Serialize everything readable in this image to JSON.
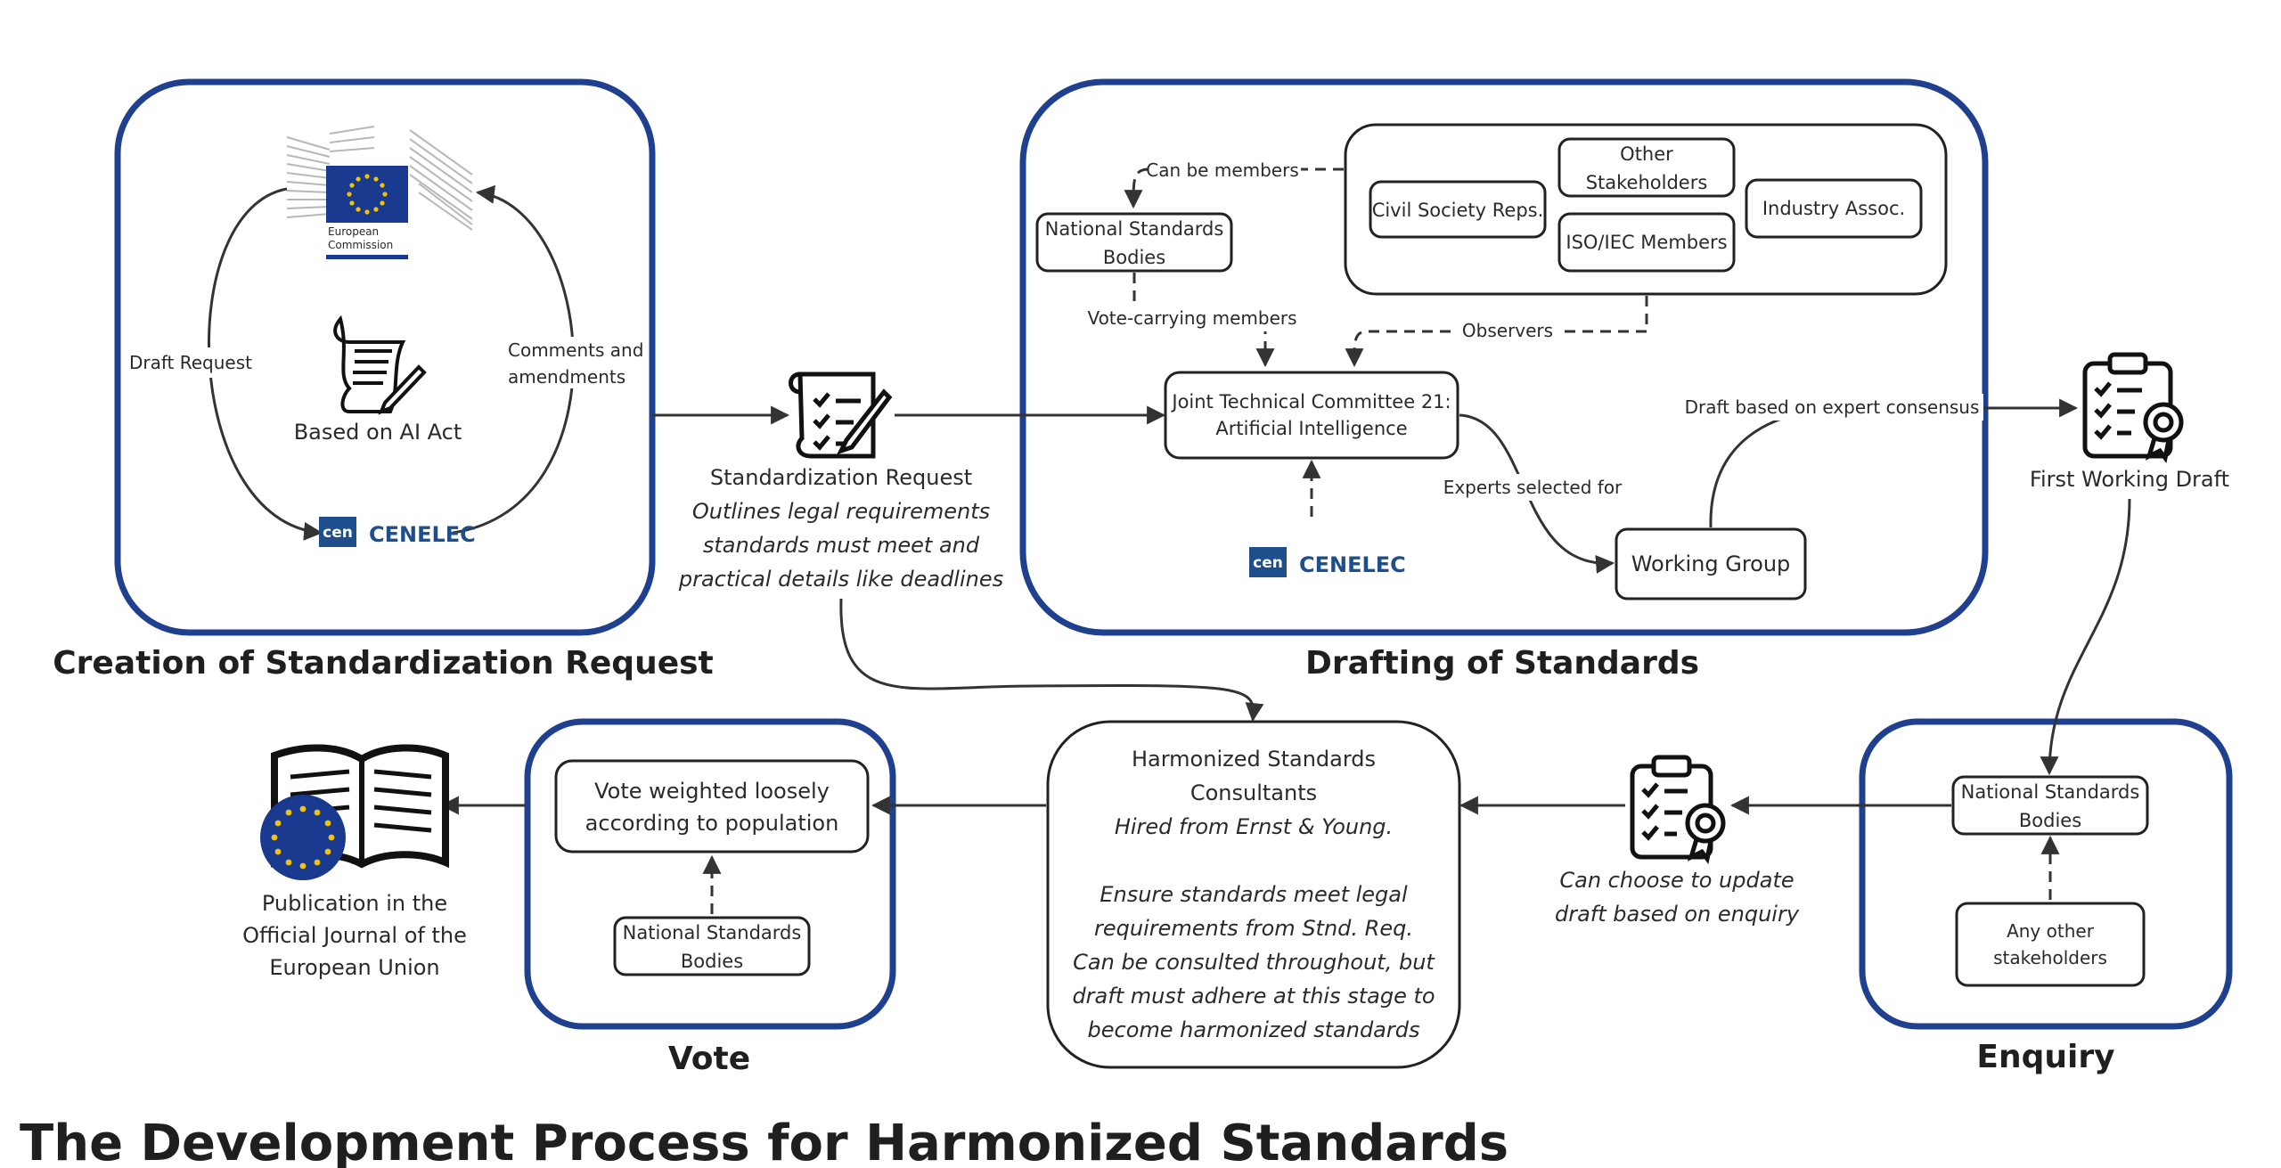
{
  "title": "The Development Process for Harmonized Standards",
  "sections": {
    "creation": "Creation of Standardization Request",
    "drafting": "Drafting of Standards",
    "vote": "Vote",
    "enquiry": "Enquiry"
  },
  "creation": {
    "ec_logo_line1": "European",
    "ec_logo_line2": "Commission",
    "draft_request": "Draft Request",
    "comments_line1": "Comments and",
    "comments_line2": "amendments",
    "based_on": "Based on AI Act",
    "cen_label": "cen",
    "cenelec_label": "CENELEC"
  },
  "standardization_request": {
    "title": "Standardization Request",
    "desc_lines": [
      "Outlines legal requirements",
      "standards must meet and",
      "practical details like deadlines"
    ]
  },
  "drafting": {
    "can_be_members": "Can be members",
    "nsb_line1": "National Standards",
    "nsb_line2": "Bodies",
    "civil_society": "Civil Society Reps.",
    "other_line1": "Other",
    "other_line2": "Stakeholders",
    "iso_iec": "ISO/IEC Members",
    "industry": "Industry Assoc.",
    "vote_carrying": "Vote-carrying members",
    "observers": "Observers",
    "jtc_line1": "Joint Technical Committee 21:",
    "jtc_line2": "Artificial Intelligence",
    "experts_selected": "Experts selected for",
    "working_group": "Working Group",
    "draft_consensus": "Draft based on expert consensus",
    "cen_label": "cen",
    "cenelec_label": "CENELEC"
  },
  "first_working_draft": "First Working Draft",
  "enquiry": {
    "nsb_line1": "National Standards",
    "nsb_line2": "Bodies",
    "any_other_line1": "Any other",
    "any_other_line2": "stakeholders"
  },
  "update_note": [
    "Can choose to update",
    "draft based on enquiry"
  ],
  "consultants": {
    "line1": "Harmonized Standards",
    "line2": "Consultants",
    "line3": "Hired from Ernst & Young.",
    "desc_lines": [
      "Ensure standards meet legal",
      "requirements from Stnd. Req.",
      "Can be consulted throughout, but",
      "draft must adhere at this stage to",
      "become harmonized standards"
    ]
  },
  "vote": {
    "weighted_line1": "Vote weighted loosely",
    "weighted_line2": "according to population",
    "nsb_line1": "National Standards",
    "nsb_line2": "Bodies"
  },
  "publication": [
    "Publication in the",
    "Official Journal of the",
    "European Union"
  ],
  "colors": {
    "section_border": "#1f3f8f",
    "eu_blue": "#1a3a8f",
    "eu_star": "#f5c400",
    "line": "#333333",
    "cen_blue": "#1e4e8c"
  }
}
